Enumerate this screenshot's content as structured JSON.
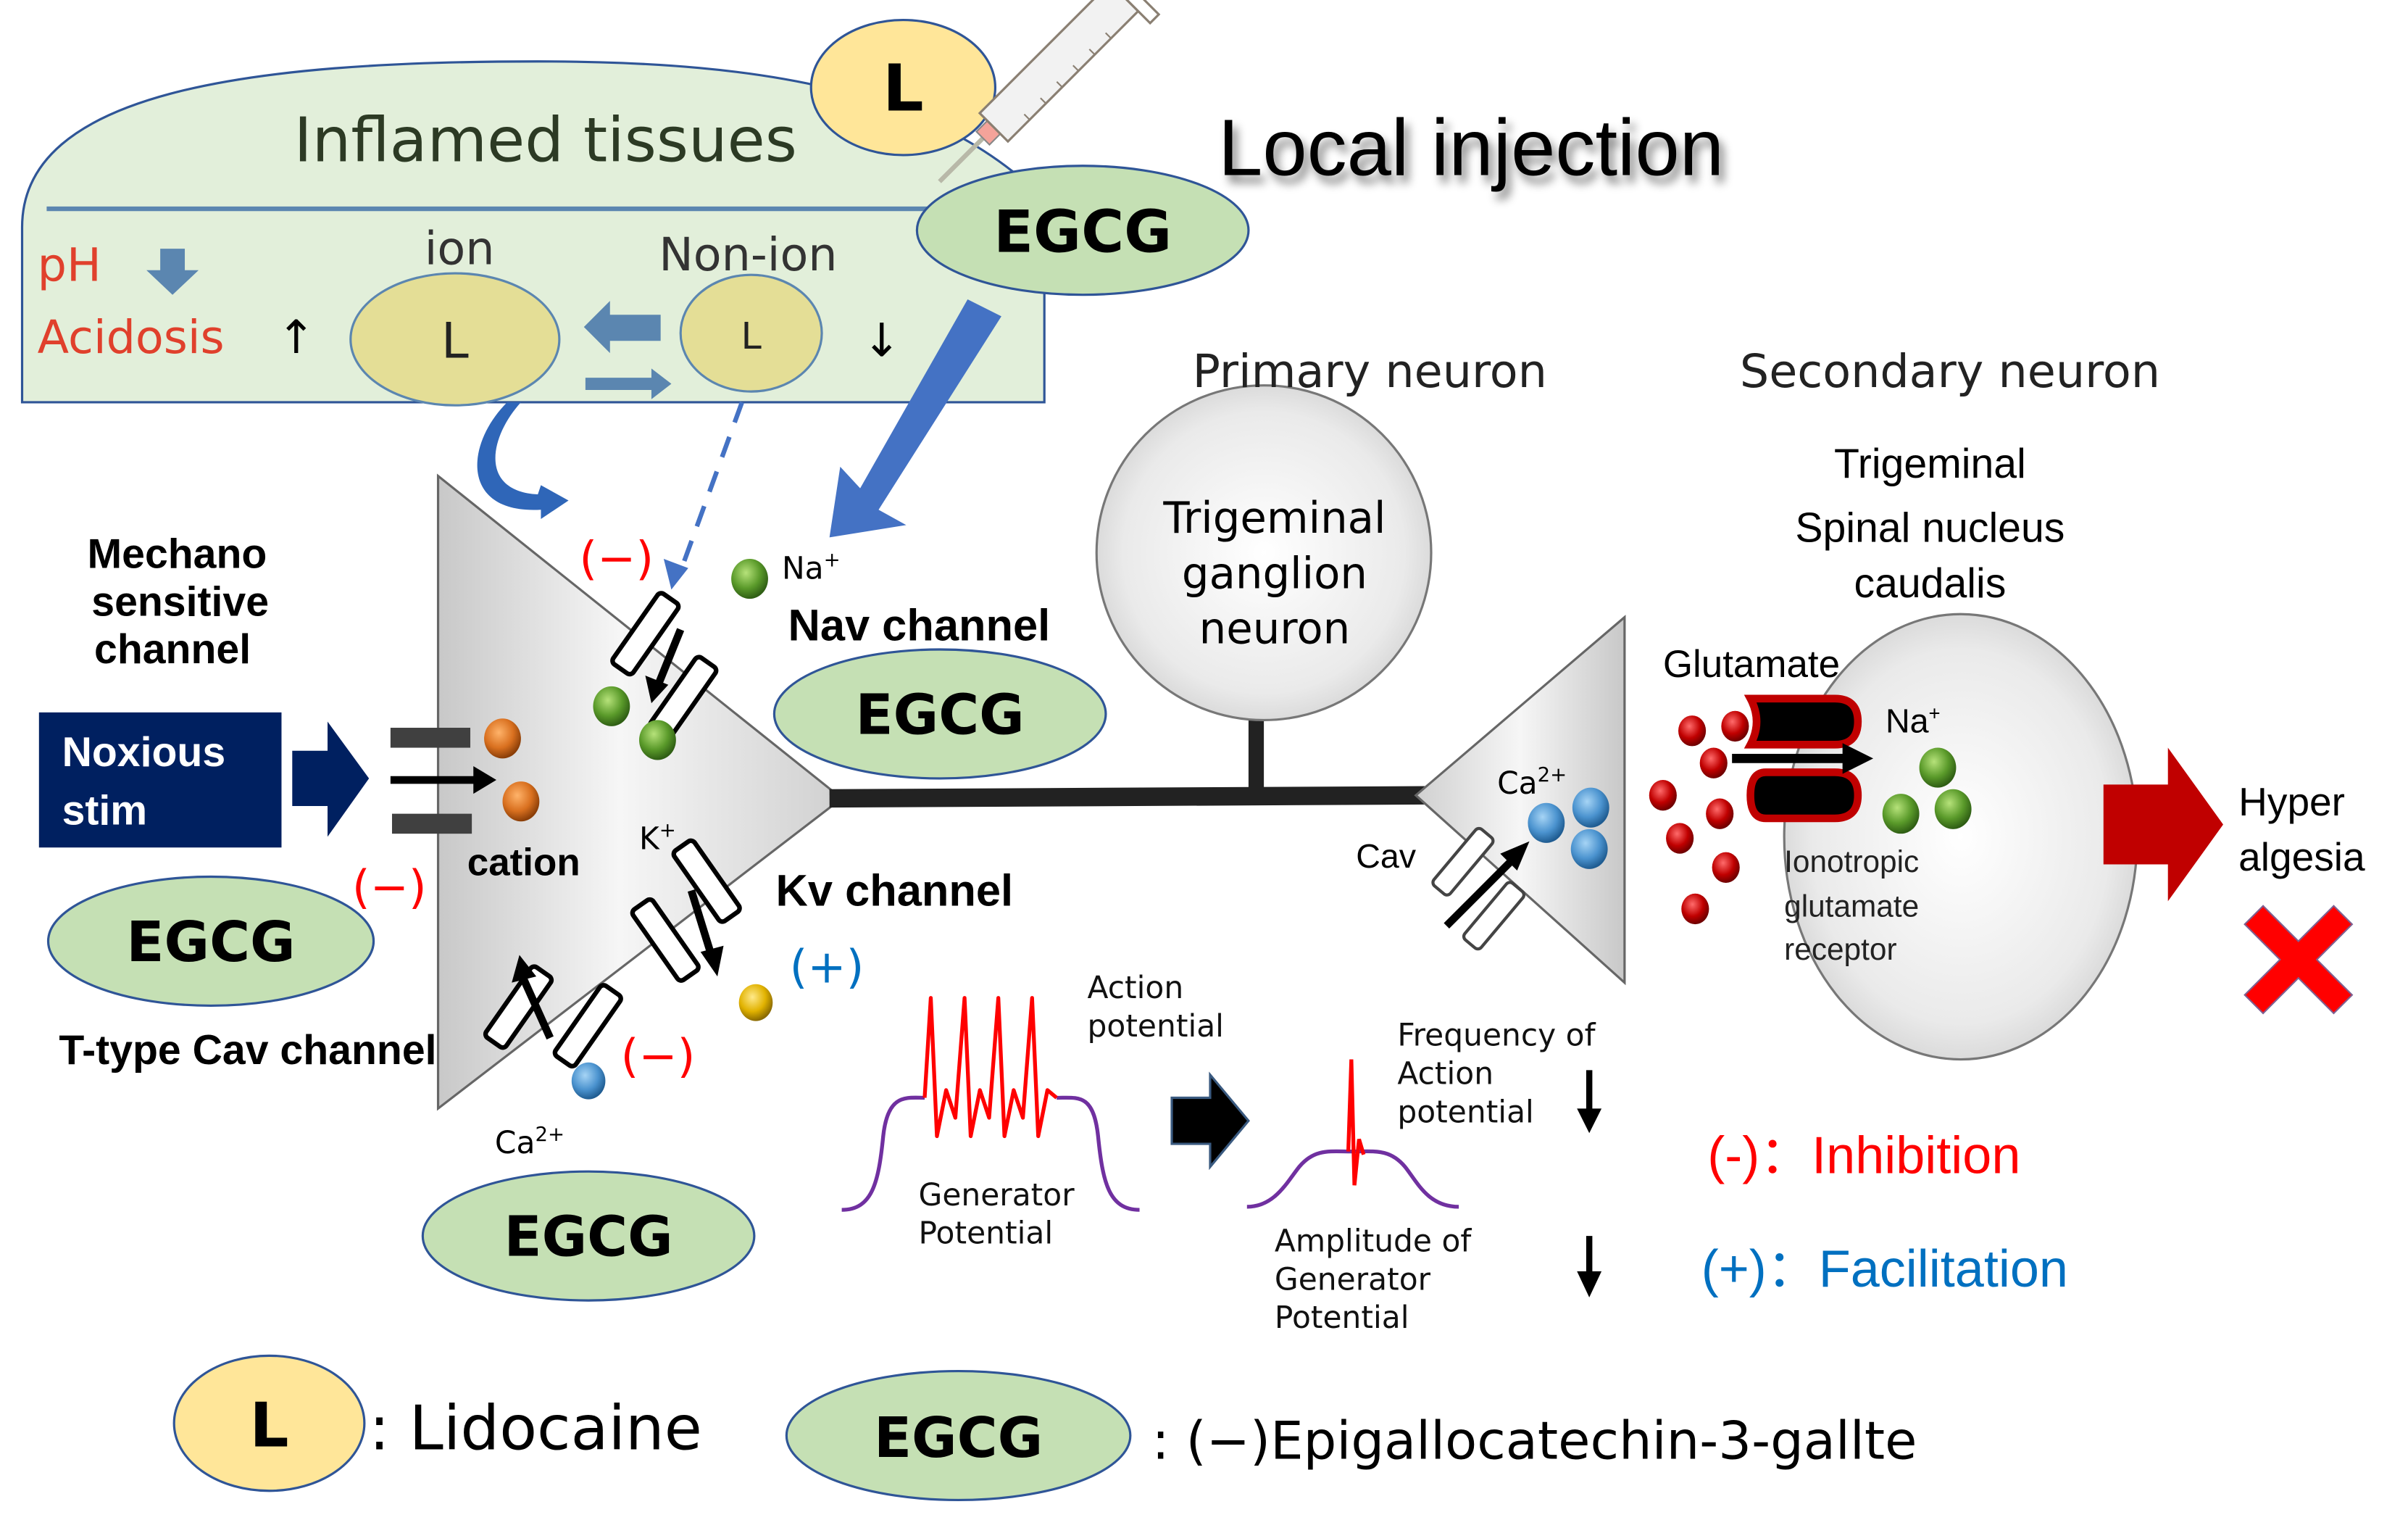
{
  "title": "Local injection",
  "inflamed": {
    "title": "Inflamed tissues",
    "ph_label": "pH",
    "acidosis_label": "Acidosis",
    "ion_label": "ion",
    "nonion_label": "Non-ion",
    "lidocaine_symbol": "L",
    "up_arrow": "↑",
    "down_arrow": "↓"
  },
  "egcg_label": "EGCG",
  "lidocaine_symbol": "L",
  "neurons": {
    "primary_heading": "Primary neuron",
    "secondary_heading": "Secondary neuron",
    "ganglion_lines": [
      "Trigeminal",
      "ganglion",
      "neuron"
    ],
    "nucleus_lines": [
      "Trigeminal",
      "Spinal nucleus",
      "caudalis"
    ]
  },
  "channels": {
    "mechano_lines": [
      "Mechano",
      "sensitive",
      "channel"
    ],
    "noxious_lines": [
      "Noxious",
      "stim"
    ],
    "cation": "cation",
    "nav": "Nav channel",
    "kv": "Kv channel",
    "ttype": "T-type Cav channel",
    "cav": "Cav",
    "na_ion": "Na",
    "k_ion": "K",
    "ca_ion": "Ca",
    "plus": "+",
    "two_plus": "2+"
  },
  "effects": {
    "minus": "(−)",
    "plus": "(+)"
  },
  "synapse": {
    "glutamate": "Glutamate",
    "receptor_lines": [
      "Ionotropic",
      "glutamate",
      "receptor"
    ],
    "hyper_lines": [
      "Hyper",
      "algesia"
    ]
  },
  "waveforms": {
    "action_potential_lines": [
      "Action",
      "potential"
    ],
    "generator_lines": [
      "Generator",
      "Potential"
    ],
    "frequency_lines": [
      "Frequency of",
      "Action",
      "potential"
    ],
    "amplitude_lines": [
      "Amplitude of",
      "Generator",
      "Potential"
    ],
    "down_arrow": "↓"
  },
  "legend": {
    "inhibition": "(-)：Inhibition",
    "facilitation": "(+)：Facilitation",
    "lidocaine": ": Lidocaine",
    "egcg": ": (−)Epigallocatechin-3-gallte"
  },
  "colors": {
    "inhibition": "#ff0000",
    "facilitation": "#0070c0",
    "egcg_fill": "#c5e0b4",
    "lidocaine_fill": "#ffe699",
    "tissue_fill": "#e2efda",
    "arrow_blue": "#4472c4",
    "noxious_box": "#002060",
    "hyper_arrow": "#c00000"
  }
}
